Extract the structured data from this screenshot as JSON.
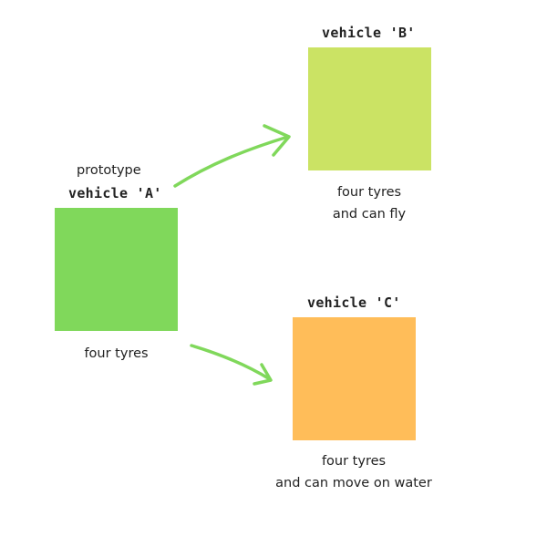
{
  "vehicle_a": {
    "prototype_label": "prototype",
    "name": "vehicle 'A'",
    "description": "four tyres",
    "color": "#80d85b"
  },
  "vehicle_b": {
    "name": "vehicle 'B'",
    "description_line1": "four tyres",
    "description_line2": "and can fly",
    "color": "#cbe364"
  },
  "vehicle_c": {
    "name": "vehicle 'C'",
    "description_line1": "four tyres",
    "description_line2": "and can move on water",
    "color": "#ffbd59"
  },
  "arrow_color": "#80d85b"
}
